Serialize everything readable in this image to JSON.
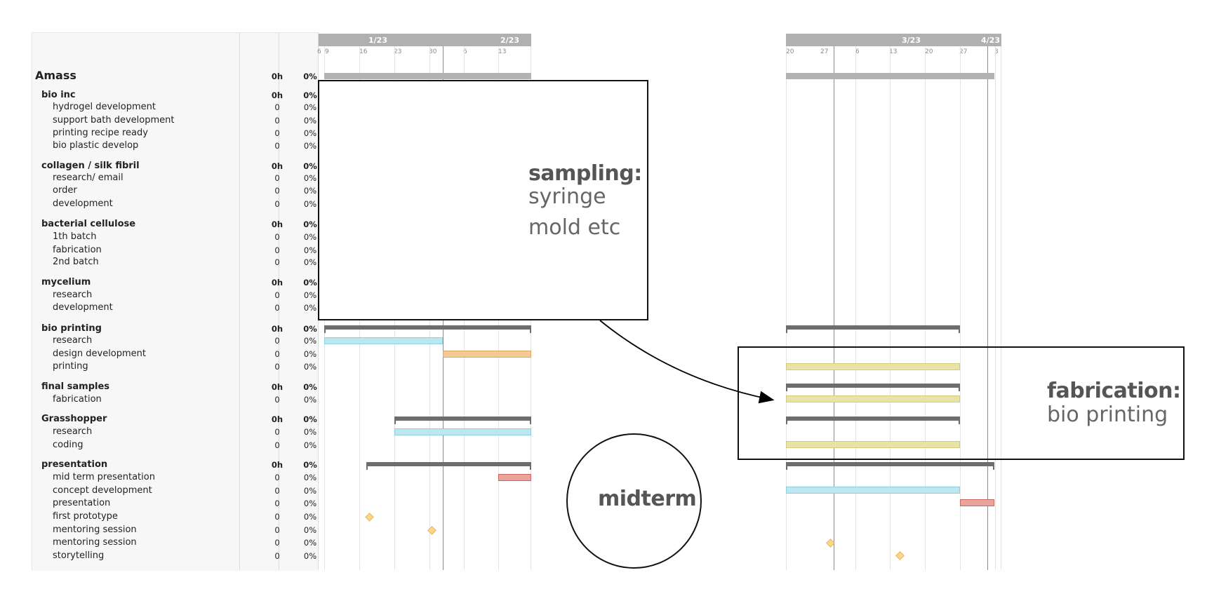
{
  "tasks": [
    {
      "name": "Amass",
      "hours": "0h",
      "pct": "0%"
    },
    {
      "name": "bio inc",
      "hours": "0h",
      "pct": "0%"
    },
    {
      "name": "hydrogel development",
      "hours": "0",
      "pct": "0%"
    },
    {
      "name": "support bath development",
      "hours": "0",
      "pct": "0%"
    },
    {
      "name": "printing recipe ready",
      "hours": "0",
      "pct": "0%"
    },
    {
      "name": "bio plastic develop",
      "hours": "0",
      "pct": "0%"
    },
    {
      "name": "collagen / silk fibril",
      "hours": "0h",
      "pct": "0%"
    },
    {
      "name": "research/ email",
      "hours": "0",
      "pct": "0%"
    },
    {
      "name": "order",
      "hours": "0",
      "pct": "0%"
    },
    {
      "name": "development",
      "hours": "0",
      "pct": "0%"
    },
    {
      "name": "bacterial cellulose",
      "hours": "0h",
      "pct": "0%"
    },
    {
      "name": "1th batch",
      "hours": "0",
      "pct": "0%"
    },
    {
      "name": "fabrication",
      "hours": "0",
      "pct": "0%"
    },
    {
      "name": "2nd batch",
      "hours": "0",
      "pct": "0%"
    },
    {
      "name": "mycelium",
      "hours": "0h",
      "pct": "0%"
    },
    {
      "name": "research",
      "hours": "0",
      "pct": "0%"
    },
    {
      "name": "development",
      "hours": "0",
      "pct": "0%"
    },
    {
      "name": "bio printing",
      "hours": "0h",
      "pct": "0%"
    },
    {
      "name": "research",
      "hours": "0",
      "pct": "0%"
    },
    {
      "name": "design development",
      "hours": "0",
      "pct": "0%"
    },
    {
      "name": "printing",
      "hours": "0",
      "pct": "0%"
    },
    {
      "name": "final samples",
      "hours": "0h",
      "pct": "0%"
    },
    {
      "name": "fabrication",
      "hours": "0",
      "pct": "0%"
    },
    {
      "name": "Grasshopper",
      "hours": "0h",
      "pct": "0%"
    },
    {
      "name": "research",
      "hours": "0",
      "pct": "0%"
    },
    {
      "name": "coding",
      "hours": "0",
      "pct": "0%"
    },
    {
      "name": "presentation",
      "hours": "0h",
      "pct": "0%"
    },
    {
      "name": "mid term presentation",
      "hours": "0",
      "pct": "0%"
    },
    {
      "name": "concept development",
      "hours": "0",
      "pct": "0%"
    },
    {
      "name": "presentation",
      "hours": "0",
      "pct": "0%"
    },
    {
      "name": "first prototype",
      "hours": "0",
      "pct": "0%"
    },
    {
      "name": "mentoring session",
      "hours": "0",
      "pct": "0%"
    },
    {
      "name": "mentoring session",
      "hours": "0",
      "pct": "0%"
    },
    {
      "name": "storytelling",
      "hours": "0",
      "pct": "0%"
    }
  ],
  "timeline": {
    "left": {
      "months": [
        "1/23",
        "2/23"
      ],
      "days": [
        "6",
        "9",
        "16",
        "23",
        "30",
        "6",
        "13"
      ]
    },
    "right": {
      "months": [
        "3/23",
        "4/23"
      ],
      "days": [
        "20",
        "27",
        "6",
        "13",
        "20",
        "27",
        "3"
      ]
    }
  },
  "annotations": {
    "sampling_title": "sampling:",
    "sampling_line1": "syringe",
    "sampling_line2": "mold etc",
    "fabrication_title": "fabrication:",
    "fabrication_line1": "bio printing",
    "midterm": "midterm"
  },
  "colors": {
    "task_bar": "#e8e4a5",
    "research_bar": "#bde6ef",
    "design_bar": "#f3c996",
    "presentation_bar": "#eaa49e",
    "milestone": "#f9d889",
    "group_bar": "#6d6d6d",
    "header": "#b0b0b0"
  }
}
